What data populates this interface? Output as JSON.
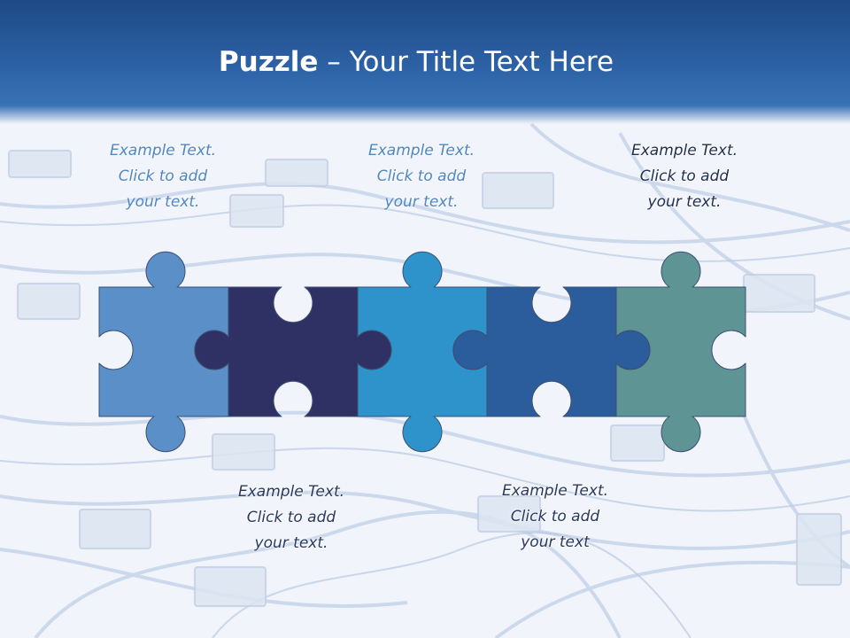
{
  "title": {
    "bold": "Puzzle",
    "rest": " – Your Title Text Here"
  },
  "notes": [
    {
      "line1": "Example Text.",
      "line2": "Click  to add",
      "line3": "your text."
    },
    {
      "line1": "Example Text.",
      "line2": "Click  to add",
      "line3": "your text."
    },
    {
      "line1": "Example Text.",
      "line2": "Click  to add",
      "line3": "your text."
    },
    {
      "line1": "Example Text.",
      "line2": "Click  to add",
      "line3": "your text."
    },
    {
      "line1": "Example Text.",
      "line2": "Click  to add",
      "line3": "your text"
    }
  ],
  "colors": {
    "piece1": "#5b8fc8",
    "piece2": "#2f3164",
    "piece3": "#2f93cb",
    "piece4": "#2b5d9c",
    "piece5": "#5f9495",
    "header": "#2d62a6"
  }
}
